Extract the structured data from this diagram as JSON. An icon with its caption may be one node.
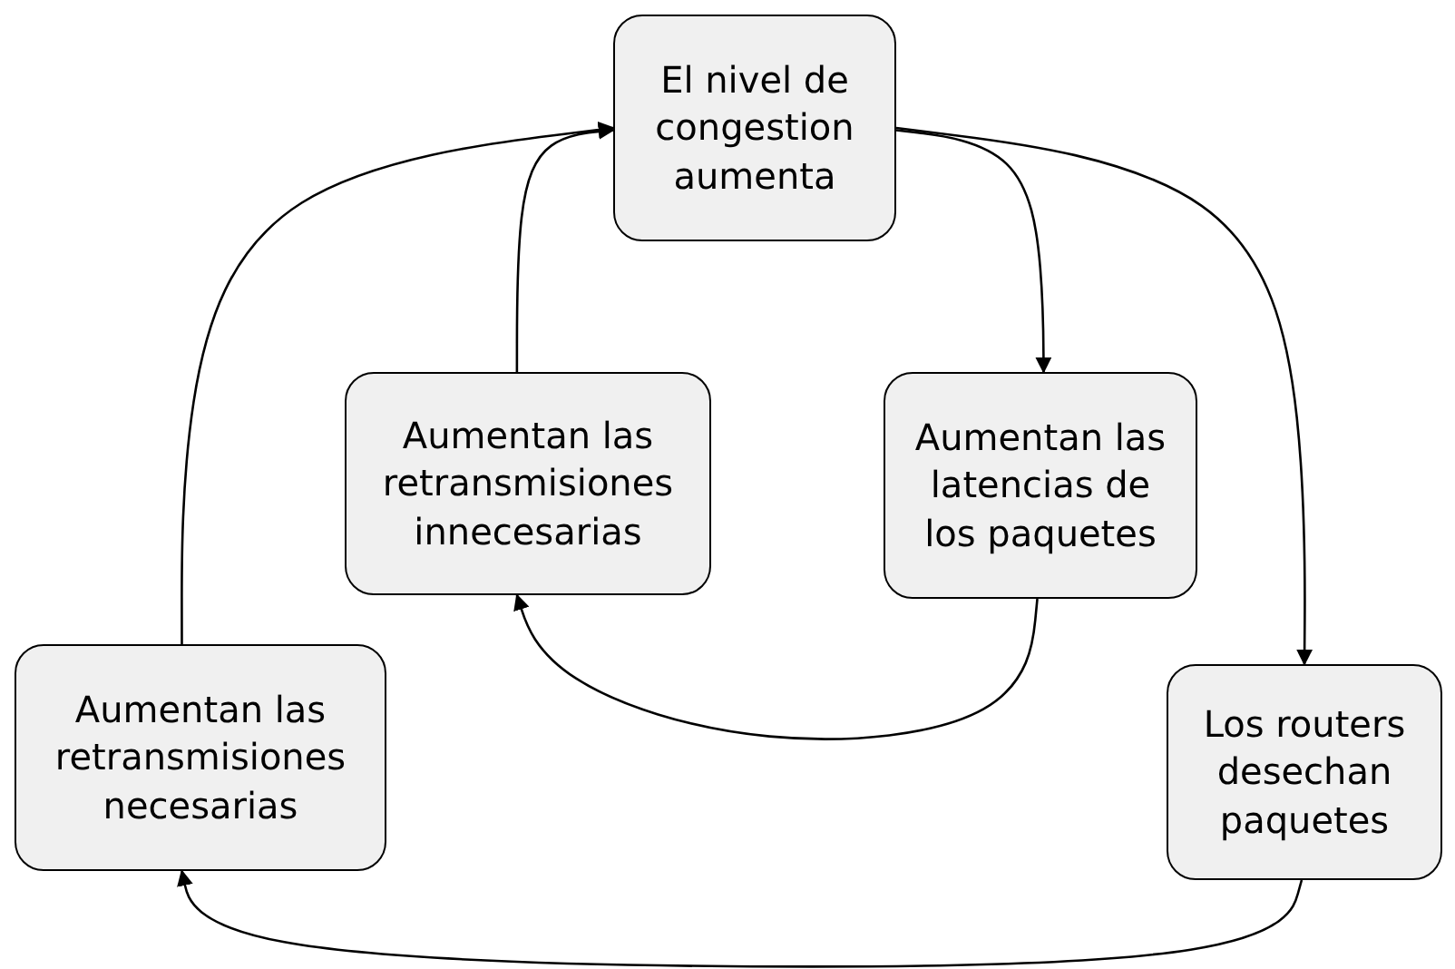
{
  "diagram": {
    "nodes": [
      {
        "text": [
          "El nivel de congestion aumenta"
        ]
      },
      {
        "text": [
          "Aumentan las retransmisiones innecesarias"
        ]
      },
      {
        "text": [
          "Aumentan las latencias de los paquetes"
        ]
      },
      {
        "text": [
          "Aumentan las retransmisiones necesarias"
        ]
      },
      {
        "text": [
          "Los routers desechan paquetes"
        ]
      }
    ],
    "edges": [
      {
        "from": 0,
        "to": 2,
        "arrow": "to"
      },
      {
        "from": 0,
        "to": 4,
        "arrow": "to"
      },
      {
        "from": 2,
        "to": 1,
        "arrow": "to"
      },
      {
        "from": 1,
        "to": 0,
        "arrow": "to"
      },
      {
        "from": 3,
        "to": 0,
        "arrow": "to"
      },
      {
        "from": 4,
        "to": 3,
        "arrow": "to"
      }
    ]
  }
}
